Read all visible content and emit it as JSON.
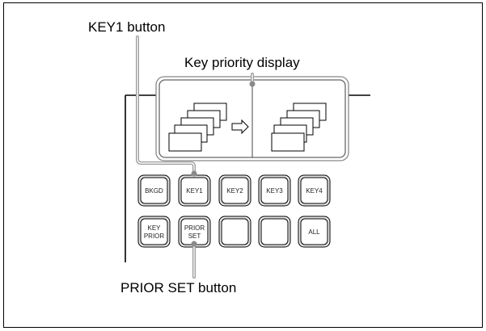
{
  "callouts": {
    "key1_button": "KEY1 button",
    "key_priority_display": "Key priority display",
    "prior_set_button": "PRIOR SET button"
  },
  "buttons": {
    "row1": [
      "BKGD",
      "KEY1",
      "KEY2",
      "KEY3",
      "KEY4"
    ],
    "row2": [
      {
        "line1": "KEY",
        "line2": "PRIOR"
      },
      {
        "line1": "PRIOR",
        "line2": "SET"
      },
      {
        "line1": "",
        "line2": ""
      },
      {
        "line1": "",
        "line2": ""
      },
      {
        "line1": "ALL",
        "line2": ""
      }
    ]
  },
  "display": {
    "arrow_icon": "right-hollow-arrow-icon"
  }
}
